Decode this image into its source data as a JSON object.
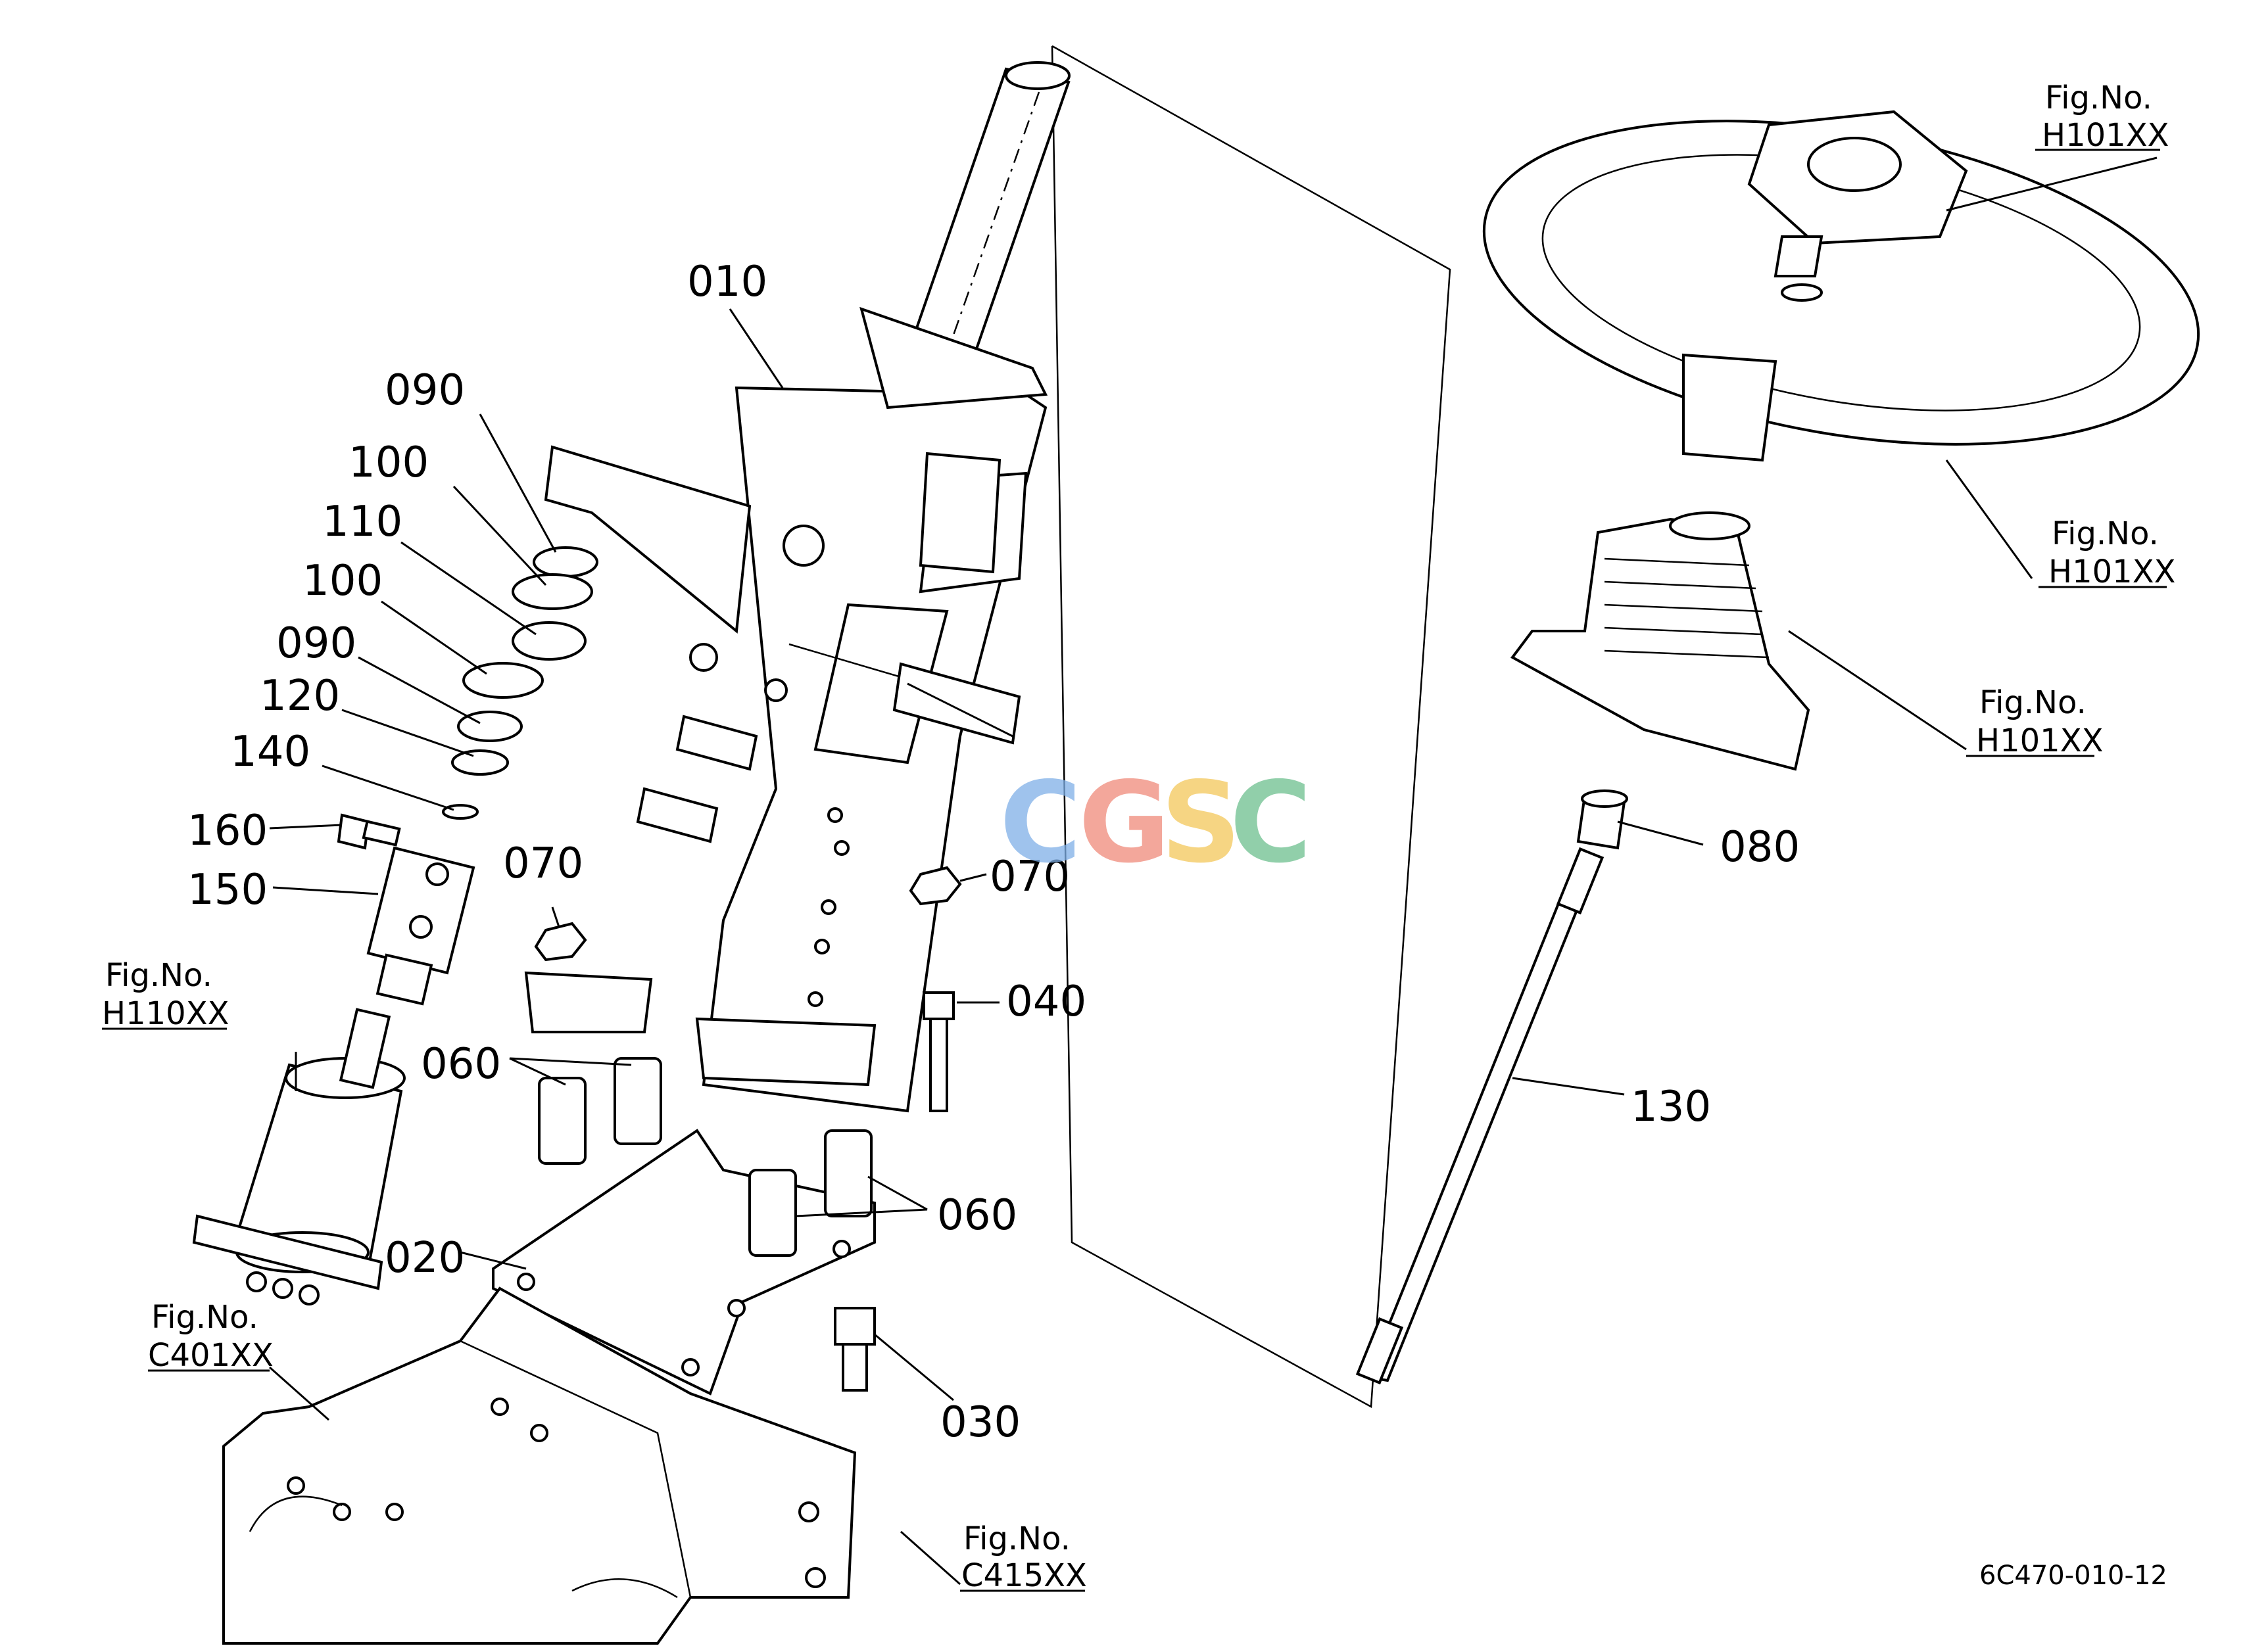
{
  "callouts": {
    "p010": "010",
    "p020": "020",
    "p030": "030",
    "p040": "040",
    "p060a": "060",
    "p060b": "060",
    "p070a": "070",
    "p070b": "070",
    "p080": "080",
    "p090a": "090",
    "p090b": "090",
    "p100a": "100",
    "p100b": "100",
    "p110": "110",
    "p120": "120",
    "p130": "130",
    "p140": "140",
    "p150": "150",
    "p160": "160"
  },
  "fig_refs": {
    "label": "Fig.No.",
    "h101_a": "H101XX",
    "h101_b": "H101XX",
    "h101_c": "H101XX",
    "h110": "H110XX",
    "c401": "C401XX",
    "c415": "C415XX"
  },
  "drawing_code": "6C470-010-12",
  "watermark": {
    "letters": [
      "C",
      "G",
      "S",
      "C"
    ],
    "colors": [
      "#7fb0e8",
      "#f08a7a",
      "#f3c75a",
      "#6dbf8e"
    ]
  }
}
